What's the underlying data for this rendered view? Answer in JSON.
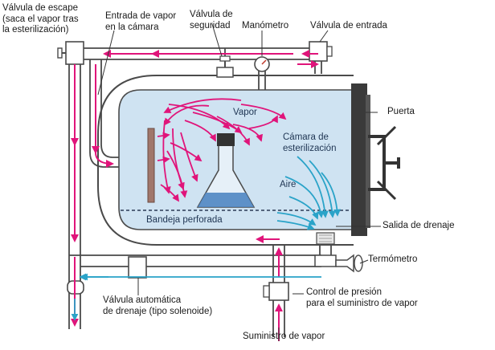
{
  "labels": {
    "exhaust_valve": "Válvula de escape\n(saca el vapor tras\nla esterilización)",
    "steam_inlet_chamber": "Entrada de vapor\nen la cámara",
    "safety_valve": "Válvula de\nseguridad",
    "pressure_gauge": "Manómetro",
    "inlet_valve": "Válvula de entrada",
    "vapor": "Vapor",
    "door": "Puerta",
    "sterilization_chamber": "Cámara de\nesterilización",
    "air": "Aire",
    "perforated_tray": "Bandeja perforada",
    "drain_outlet": "Salida de drenaje",
    "thermometer": "Termómetro",
    "automatic_drain_valve": "Válvula automática\nde drenaje (tipo solenoide)",
    "pressure_control": "Control de presión\npara el suministro de vapor",
    "steam_supply": "Suministro de vapor"
  },
  "colors": {
    "steam_arrow": "#e0147a",
    "air_arrow": "#2aa3c8",
    "chamber_fill": "#cfe3f2",
    "pipe_stroke": "#4a4a4a",
    "door_fill": "#3a3a3a",
    "liquid": "#4f86c2"
  }
}
